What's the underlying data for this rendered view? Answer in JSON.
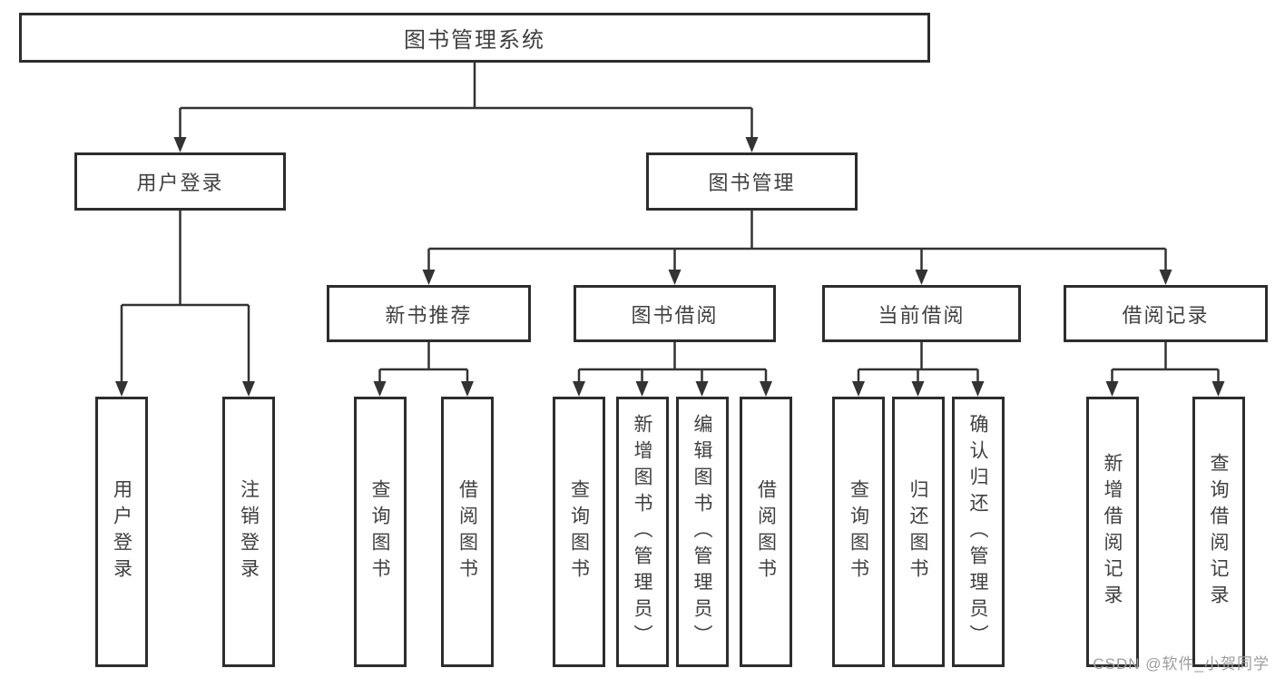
{
  "colors": {
    "line": "#333333",
    "box_border": "#2d2d2d",
    "box_fill": "#ffffff",
    "text": "#404040",
    "watermark": "#9d9d9d",
    "background": "#ffffff"
  },
  "watermark": "CSDN @软件_小贺同学",
  "tree": {
    "root": {
      "label": "图书管理系统"
    },
    "branches": [
      {
        "label": "用户登录",
        "children": [
          {
            "label": "用户登录"
          },
          {
            "label": "注销登录"
          }
        ]
      },
      {
        "label": "图书管理",
        "children": [
          {
            "label": "新书推荐",
            "children": [
              {
                "label": "查询图书"
              },
              {
                "label": "借阅图书"
              }
            ]
          },
          {
            "label": "图书借阅",
            "children": [
              {
                "label": "查询图书"
              },
              {
                "label": "新增图书（管理员）"
              },
              {
                "label": "编辑图书（管理员）"
              },
              {
                "label": "借阅图书"
              }
            ]
          },
          {
            "label": "当前借阅",
            "children": [
              {
                "label": "查询图书"
              },
              {
                "label": "归还图书"
              },
              {
                "label": "确认归还（管理员）"
              }
            ]
          },
          {
            "label": "借阅记录",
            "children": [
              {
                "label": "新增借阅记录"
              },
              {
                "label": "查询借阅记录"
              }
            ]
          }
        ]
      }
    ]
  }
}
